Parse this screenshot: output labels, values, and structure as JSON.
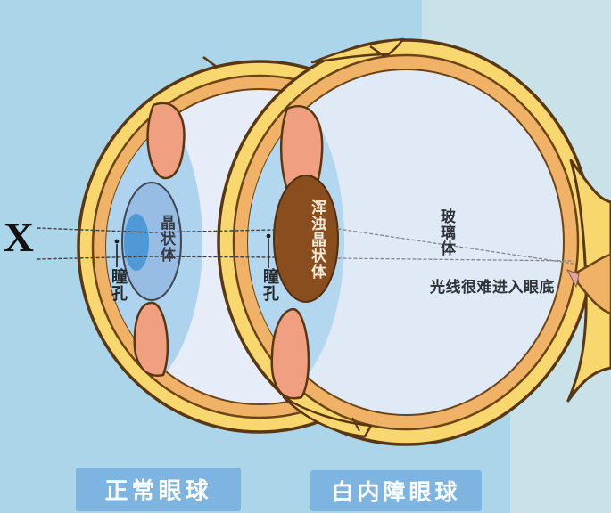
{
  "annotations": {
    "x_marker": "X",
    "left_eye": {
      "lens_label": "晶状体",
      "pupil_label": "瞳孔"
    },
    "right_eye": {
      "lens_label": "浑浊晶状体",
      "pupil_label": "瞳孔",
      "vitreous_label": "玻璃体",
      "caption": "光线很难进入眼底"
    }
  },
  "legend": {
    "left_label": "正常眼球",
    "right_label": "白内障眼球"
  },
  "colors": {
    "background_left": "#abd5e9",
    "background_right": "#c9e1e9",
    "sclera_yellow": "#f7d76e",
    "choroid_orange": "#efb266",
    "outline_brown": "#5a3713",
    "interior_pale": "#e6edf8",
    "anterior_chamber_blue": "#aed3ee",
    "normal_lens_blue": "#97bde5",
    "lens_core_blue": "#4f9ad6",
    "cataract_lens_brown": "#8a4e1e",
    "iris_salmon": "#f0a080",
    "legend_box_blue": "#7db4e0",
    "fundus_marker_pink": "#e0a4a4"
  }
}
